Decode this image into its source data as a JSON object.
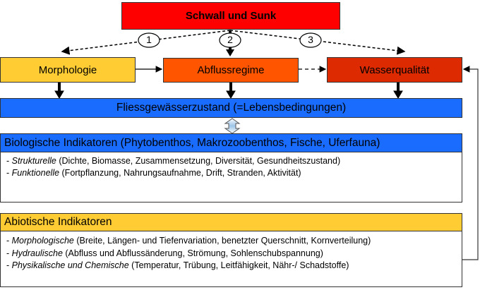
{
  "top": {
    "label": "Schwall und Sunk",
    "color": "#ff0000"
  },
  "markers": [
    "1",
    "2",
    "3"
  ],
  "factors": [
    {
      "label": "Morphologie",
      "color": "#ffcc33"
    },
    {
      "label": "Abflussregime",
      "color": "#ff5500"
    },
    {
      "label": "Wasserqualität",
      "color": "#dd2a00"
    }
  ],
  "state": {
    "label": "Fliessgewässerzustand (=Lebensbedingungen)",
    "color": "#1a6cff"
  },
  "biological": {
    "title": "Biologische Indikatoren (Phytobenthos, Makrozoobenthos, Fische, Uferfauna)",
    "color": "#1a6cff",
    "items": [
      {
        "term": "Strukturelle",
        "detail": " (Dichte, Biomasse, Zusammensetzung, Diversität, Gesundheitszustand)"
      },
      {
        "term": "Funktionelle",
        "detail": " (Fortpflanzung, Nahrungsaufnahme, Drift, Stranden, Aktivität)"
      }
    ]
  },
  "abiotic": {
    "title": "Abiotische Indikatoren",
    "color": "#ffcc33",
    "items": [
      {
        "term": "Morphologische",
        "detail": " (Breite, Längen- und Tiefenvariation, benetzter Querschnitt, Kornverteilung)"
      },
      {
        "term": "Hydraulische",
        "detail": " (Abfluss und Abflussänderung, Strömung, Sohlenschubspannung)"
      },
      {
        "term": "Physikalische und Chemische",
        "detail": " (Temperatur, Trübung, Leitfähigkeit, Nähr-/ Schadstoffe)"
      }
    ]
  }
}
